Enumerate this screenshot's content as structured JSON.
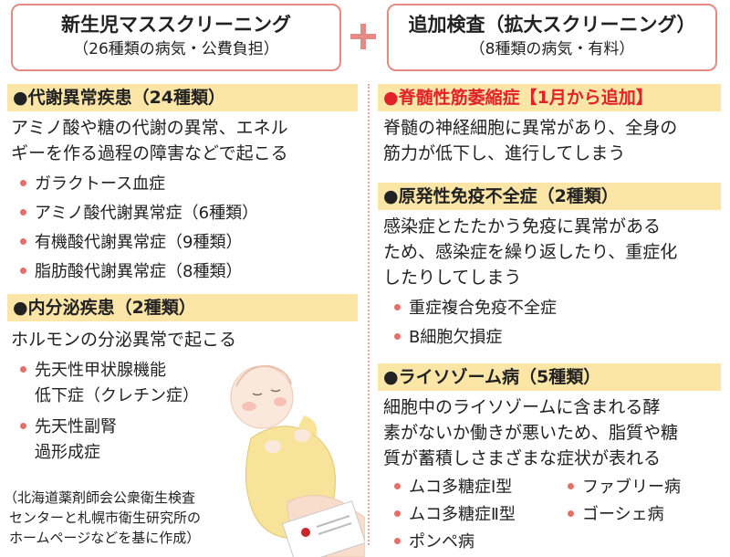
{
  "left_box": {
    "title": "新生児マススクリーニング",
    "subtitle": "（26種類の病気・公費負担）"
  },
  "right_box": {
    "title": "追加検査（拡大スクリーニング）",
    "subtitle": "（8種類の病気・有料）"
  },
  "plus_icon": "plus-icon",
  "left": {
    "s1": {
      "header": "●代謝異常疾患（24種類）",
      "desc": [
        "アミノ酸や糖の代謝の異常、エネル",
        "ギーを作る過程の障害などで起こる"
      ],
      "items": [
        "ガラクトース血症",
        "アミノ酸代謝異常症（6種類）",
        "有機酸代謝異常症（9種類）",
        "脂肪酸代謝異常症（8種類）"
      ]
    },
    "s2": {
      "header": "●内分泌疾患（2種類）",
      "desc": [
        "ホルモンの分泌異常で起こる"
      ],
      "items": [
        [
          "先天性甲状腺機能",
          "低下症（クレチン症）"
        ],
        [
          "先天性副腎",
          "過形成症"
        ]
      ]
    },
    "source": [
      "（北海道薬剤師会公衆衛生検査",
      "センターと札幌市衛生研究所の",
      "ホームページなどを基に作成）"
    ]
  },
  "right": {
    "s1": {
      "header": "●脊髄性筋萎縮症【1月から追加】",
      "desc": [
        "脊髄の神経細胞に異常があり、全身の",
        "筋力が低下し、進行してしまう"
      ]
    },
    "s2": {
      "header": "●原発性免疫不全症（2種類）",
      "desc": [
        "感染症とたたかう免疫に異常がある",
        "ため、感染症を繰り返したり、重症化",
        "したりしてしまう"
      ],
      "items": [
        "重症複合免疫不全症",
        "B細胞欠損症"
      ]
    },
    "s3": {
      "header": "●ライソゾーム病（5種類）",
      "desc": [
        "細胞中のライソゾームに含まれる酵",
        "素がないか働きが悪いため、脂質や糖",
        "質が蓄積しさまざまな症状が表れる"
      ],
      "items": [
        "ムコ多糖症Ⅰ型",
        "ファブリー病",
        "ムコ多糖症Ⅱ型",
        "ゴーシェ病",
        "ポンペ病"
      ]
    }
  },
  "colors": {
    "accent_red": "#e0232a",
    "header_bg": "#fbe6a8",
    "bullet": "#e4706a",
    "border": "#e58a84"
  }
}
